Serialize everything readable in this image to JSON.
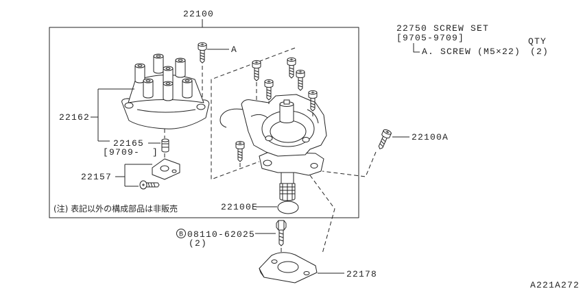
{
  "diagram": {
    "main_part_number": "22100",
    "screw_set": {
      "title": "22750 SCREW SET",
      "date_range": "[9705-9709]",
      "qty_header": "QTY",
      "item_label": "A. SCREW (M5×22)",
      "item_qty": "(2)"
    },
    "callouts": {
      "screw_ref": "A",
      "cap": "22162",
      "rotor": "22165",
      "rotor_date": "[9709-  ]",
      "connector": "22157",
      "o_ring": "22100E",
      "bolt": "22100A",
      "mount_bolt_prefix": "B",
      "mount_bolt": "08110-62025",
      "mount_bolt_qty": "(2)",
      "plate": "22178"
    },
    "note": "(注) 表記以外の構成部品は非販売",
    "figure_code": "A221A272"
  }
}
